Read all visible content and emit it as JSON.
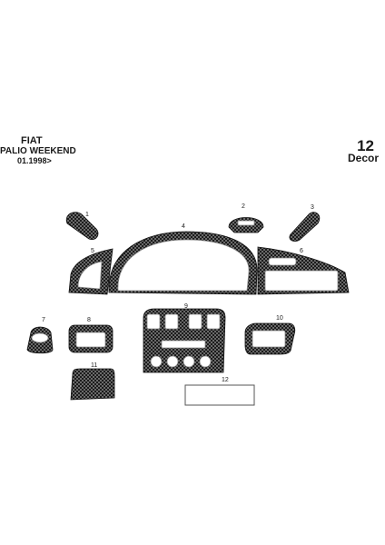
{
  "header": {
    "make": "FIAT",
    "model": "PALIO WEEKEND",
    "year": "01.1998>",
    "count": "12",
    "decor": "Decor"
  },
  "parts": [
    {
      "number": "1"
    },
    {
      "number": "2"
    },
    {
      "number": "3"
    },
    {
      "number": "4"
    },
    {
      "number": "5"
    },
    {
      "number": "6"
    },
    {
      "number": "7"
    },
    {
      "number": "8"
    },
    {
      "number": "9"
    },
    {
      "number": "10"
    },
    {
      "number": "11"
    },
    {
      "number": "12"
    }
  ],
  "colors": {
    "carbon_dark": "#1c1c1c",
    "carbon_light": "#6a6a6a",
    "background": "#ffffff"
  }
}
